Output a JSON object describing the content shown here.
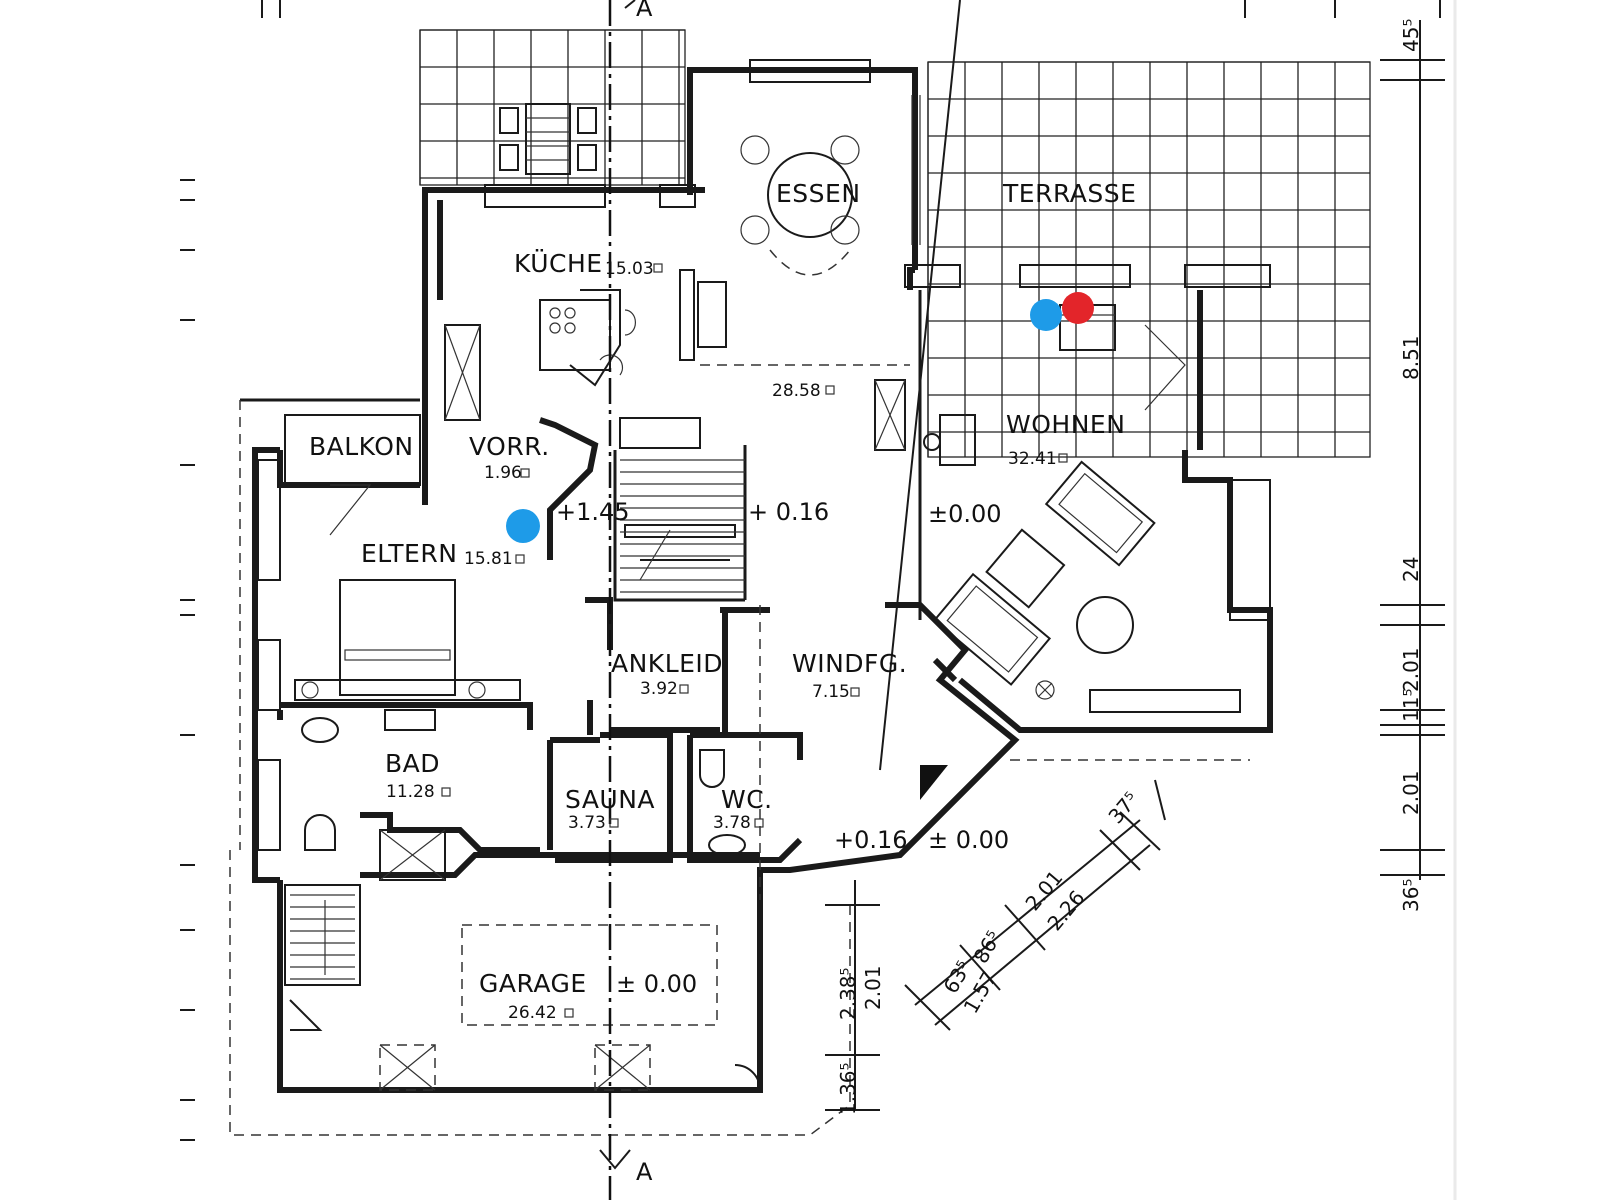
{
  "section_marker": "A",
  "rooms": {
    "essen": {
      "name": "ESSEN"
    },
    "terrasse": {
      "name": "TERRASSE"
    },
    "kueche": {
      "name": "KÜCHE",
      "area": "15.03"
    },
    "dining_area": {
      "area": "28.58"
    },
    "wohnen": {
      "name": "WOHNEN",
      "area": "32.41"
    },
    "balkon": {
      "name": "BALKON"
    },
    "vorr": {
      "name": "VORR.",
      "area": "1.96"
    },
    "eltern": {
      "name": "ELTERN",
      "area": "15.81"
    },
    "ankleid": {
      "name": "ANKLEID",
      "area": "3.92"
    },
    "windfg": {
      "name": "WINDFG.",
      "area": "7.15"
    },
    "bad": {
      "name": "BAD",
      "area": "11.28"
    },
    "sauna": {
      "name": "SAUNA",
      "area": "3.73"
    },
    "wc": {
      "name": "WC.",
      "area": "3.78"
    },
    "garage": {
      "name": "GARAGE",
      "area": "26.42"
    }
  },
  "levels": {
    "stair": "+1.45",
    "hall": "+ 0.16",
    "wohnen": "±0.00",
    "entry": "+0.16",
    "outside": "± 0.00",
    "garage": "± 0.00"
  },
  "dimensions": {
    "right_top": "45⁵",
    "right_main": "8.51",
    "right_24": "24",
    "right_201a": "2.01",
    "right_115": "11⁵",
    "right_201b": "2.01",
    "right_365": "36⁵",
    "diag_375": "37⁵",
    "diag_201": "2.01",
    "diag_226": "2.26",
    "diag_865": "86⁵",
    "diag_635": "63⁵",
    "diag_157": "1.57",
    "garage_2385": "2.38⁵",
    "garage_201": "2.01",
    "garage_1365": "1.36⁵"
  },
  "markers": {
    "colors": {
      "blue": "#1e9be8",
      "red": "#e3252a"
    }
  }
}
